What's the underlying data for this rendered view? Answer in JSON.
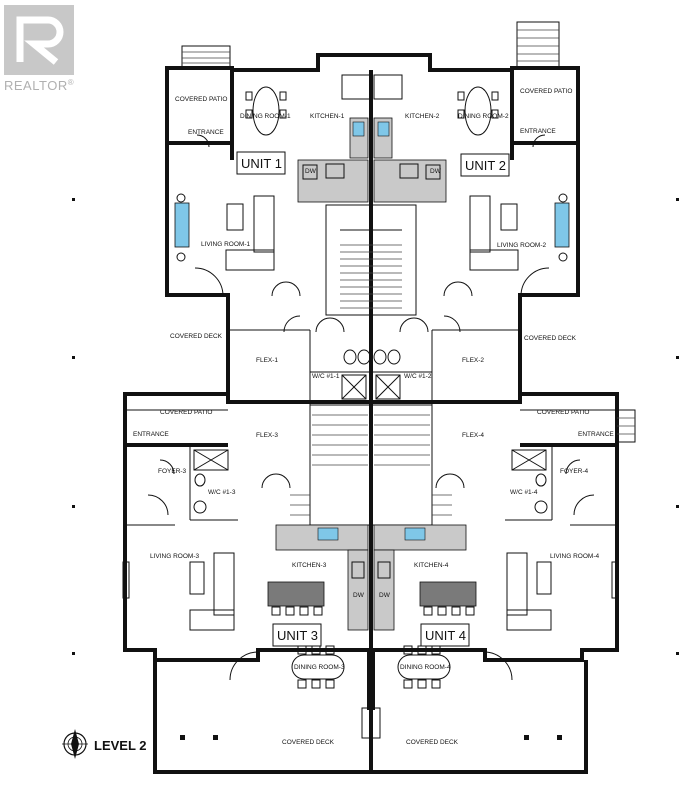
{
  "watermark": {
    "text": "REALTOR",
    "mark": "®"
  },
  "level_label": "LEVEL 2",
  "units": [
    {
      "label": "UNIT 1",
      "patio": "COVERED PATIO",
      "entrance": "ENTRANCE",
      "dining": "DINING ROOM-1",
      "kitchen": "KITCHEN-1",
      "living": "LIVING ROOM-1",
      "deck": "COVERED DECK",
      "flex": "FLEX-1",
      "wc": "W/C #1-1",
      "dw": "DW"
    },
    {
      "label": "UNIT 2",
      "patio": "COVERED PATIO",
      "entrance": "ENTRANCE",
      "dining": "DINING ROOM-2",
      "kitchen": "KITCHEN-2",
      "living": "LIVING ROOM-2",
      "deck": "COVERED DECK",
      "flex": "FLEX-2",
      "wc": "W/C #1-2",
      "dw": "DW"
    },
    {
      "label": "UNIT 3",
      "patio": "COVERED PATIO",
      "entrance": "ENTRANCE",
      "foyer": "FOYER-3",
      "dining": "DINING ROOM-3",
      "kitchen": "KITCHEN-3",
      "living": "LIVING ROOM-3",
      "deck": "COVERED DECK",
      "flex": "FLEX-3",
      "wc": "W/C #1-3",
      "dw": "DW"
    },
    {
      "label": "UNIT 4",
      "patio": "COVERED PATIO",
      "entrance": "ENTRANCE",
      "foyer": "FOYER-4",
      "dining": "DINING ROOM-4",
      "kitchen": "KITCHEN-4",
      "living": "LIVING ROOM-4",
      "deck": "COVERED DECK",
      "flex": "FLEX-4",
      "wc": "W/C #1-4",
      "dw": "DW"
    }
  ],
  "icons": {
    "compass": "north-arrow-icon",
    "logo": "realtor-logo-icon"
  }
}
